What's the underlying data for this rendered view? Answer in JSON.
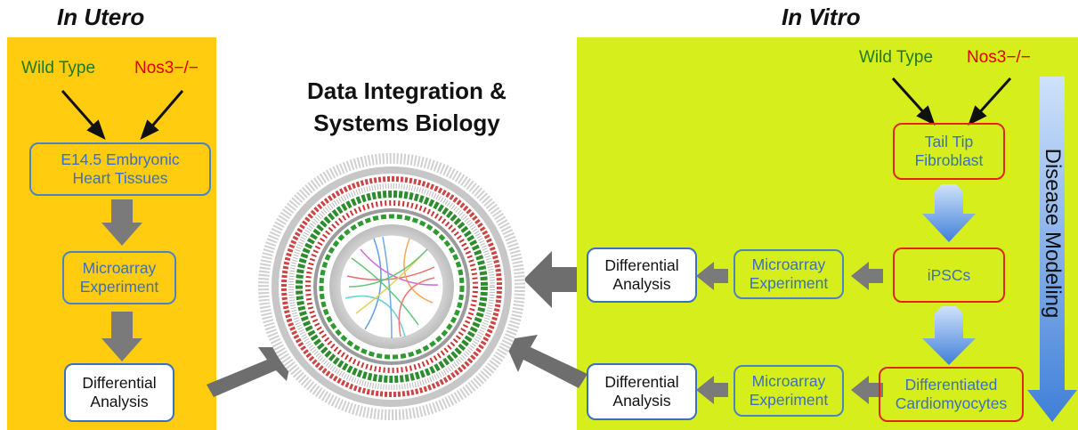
{
  "in_utero": {
    "heading": "In Utero",
    "wild_type": "Wild Type",
    "nos3": "Nos3−/−",
    "tissue": "E14.5 Embryonic\nHeart Tissues",
    "microarray": "Microarray\nExperiment",
    "analysis": "Differential\nAnalysis"
  },
  "center": {
    "title": "Data Integration &\nSystems Biology"
  },
  "in_vitro": {
    "heading": "In Vitro",
    "wild_type": "Wild Type",
    "nos3": "Nos3−/−",
    "fibroblast": "Tail Tip\nFibroblast",
    "ipscs": "iPSCs",
    "cardio": "Differentiated\nCardiomyocytes",
    "microarray_top": "Microarray\nExperiment",
    "analysis_top": "Differential\nAnalysis",
    "microarray_bottom": "Microarray\nExperiment",
    "analysis_bottom": "Differential\nAnalysis",
    "disease_modeling": "Disease Modeling"
  },
  "colors": {
    "utero_bg": "#ffcc10",
    "vitro_bg": "#d6ee1c",
    "box_text": "#3b6fc0",
    "wild_type": "#1f7a1f",
    "knockout": "#e00000"
  }
}
